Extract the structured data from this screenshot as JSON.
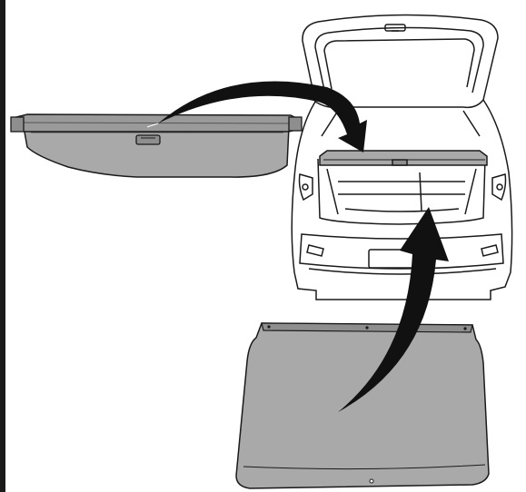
{
  "figure": {
    "subject": "vehicle-cargo-area-installation",
    "parts": [
      "tonneau-cover",
      "cargo-floor-board",
      "vehicle-rear-hatch"
    ],
    "colors": {
      "outline": "#1a1a1a",
      "panel_fill": "#a9a9a9",
      "panel_dark": "#8e8e8e",
      "vehicle_fill": "#ffffff",
      "arrow": "#111111",
      "edge_bar": "#1a1a1a"
    }
  }
}
